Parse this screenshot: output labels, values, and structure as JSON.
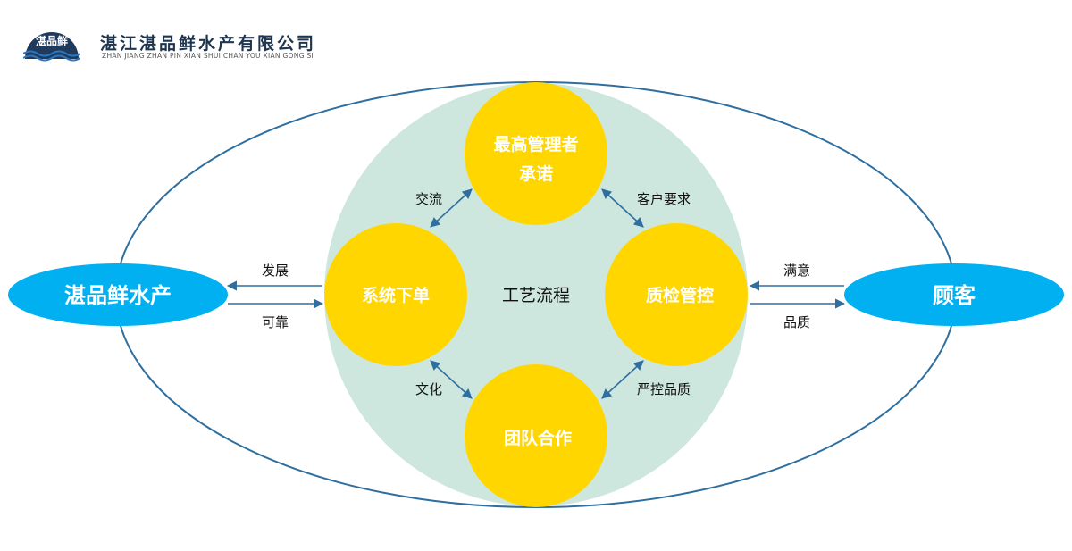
{
  "header": {
    "logo_text": "湛品鲜",
    "company_name_cn": "湛江湛品鲜水产有限公司",
    "company_name_en": "ZHAN  JIANG ZHAN PIN XIAN SHUI CHAN YOU XIAN GONG SI"
  },
  "diagram": {
    "center_label": "工艺流程",
    "nodes": {
      "top_line1": "最高管理者",
      "top_line2": "承诺",
      "left": "系统下单",
      "right": "质检管控",
      "bottom": "团队合作"
    },
    "parties": {
      "company": "湛品鲜水产",
      "customer": "顾客"
    },
    "edge_labels": {
      "top_left": "交流",
      "top_right": "客户要求",
      "bottom_left": "文化",
      "bottom_right": "严控品质",
      "company_in": "发展",
      "company_out": "可靠",
      "customer_in": "满意",
      "customer_out": "品质"
    },
    "colors": {
      "outer": "#2e6fa0",
      "inner": "#cde7df",
      "node": "#ffd600",
      "party": "#00b0f0",
      "arrow": "#2e6fa0"
    }
  }
}
